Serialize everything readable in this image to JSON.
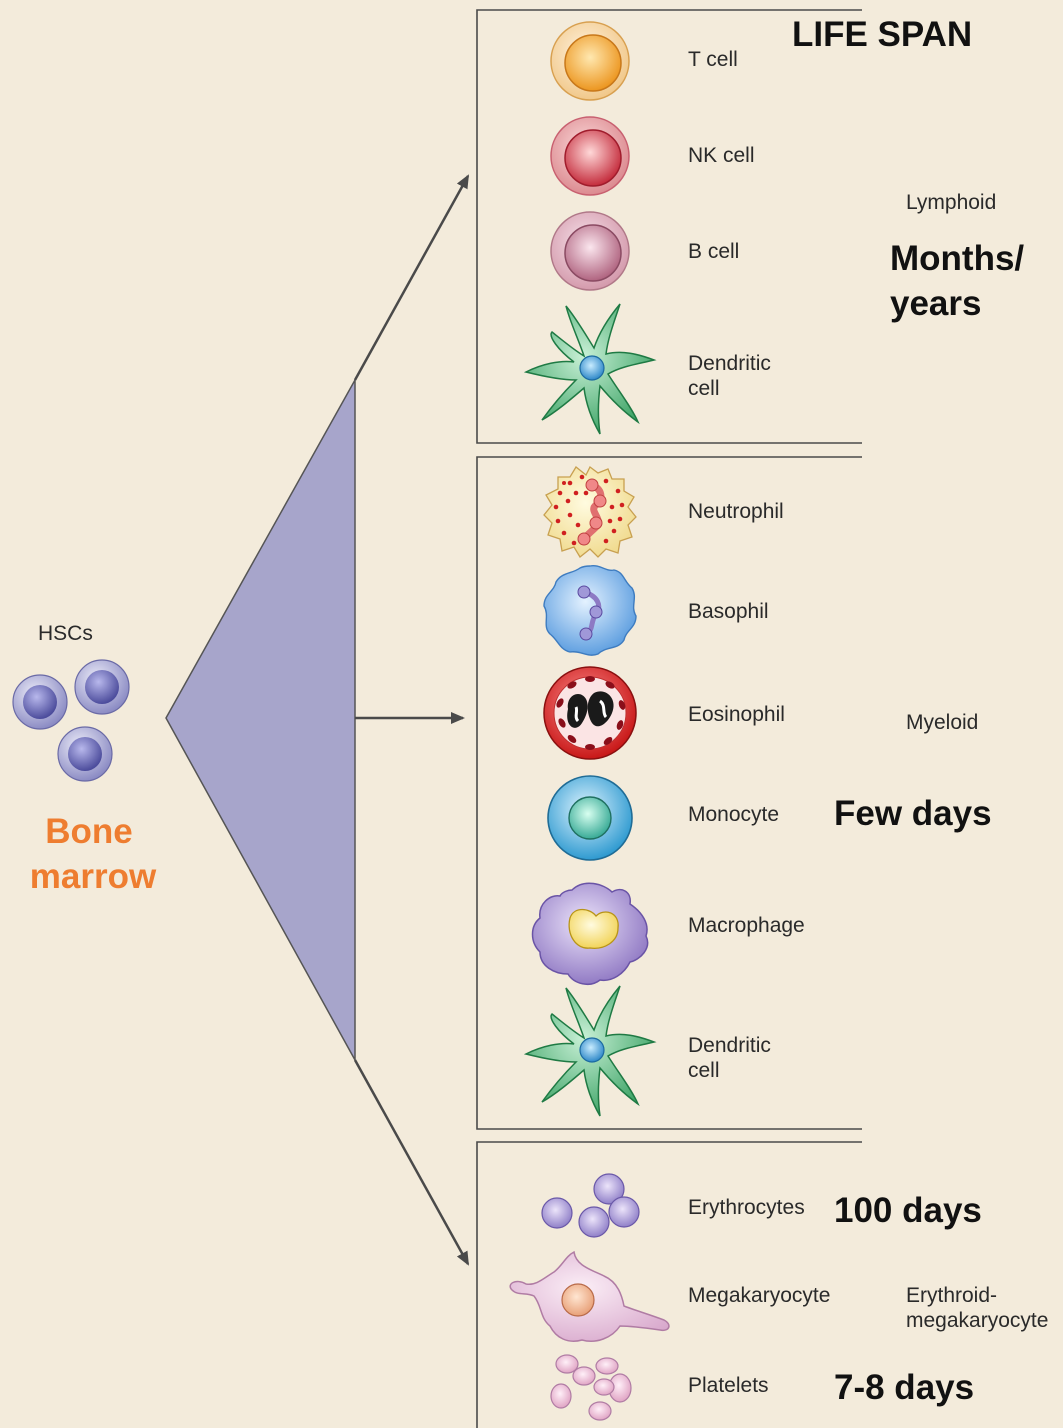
{
  "title": "LIFE SPAN",
  "source": {
    "label": "HSCs",
    "location_line1": "Bone",
    "location_line2": "marrow"
  },
  "groups": {
    "lymphoid": {
      "name": "Lymphoid",
      "lifespan_line1": "Months/",
      "lifespan_line2": "years",
      "cells": {
        "t_cell": "T cell",
        "nk_cell": "NK cell",
        "b_cell": "B cell",
        "dendritic_line1": "Dendritic",
        "dendritic_line2": "cell"
      }
    },
    "myeloid": {
      "name": "Myeloid",
      "lifespan": "Few days",
      "cells": {
        "neutrophil": "Neutrophil",
        "basophil": "Basophil",
        "eosinophil": "Eosinophil",
        "monocyte": "Monocyte",
        "macrophage": "Macrophage",
        "dendritic_line1": "Dendritic",
        "dendritic_line2": "cell"
      }
    },
    "erythroid": {
      "name_line1": "Erythroid-",
      "name_line2": "megakaryocyte",
      "erythrocyte_lifespan": "100 days",
      "platelet_lifespan": "7-8 days",
      "cells": {
        "erythrocytes": "Erythrocytes",
        "megakaryocyte": "Megakaryocyte",
        "platelets": "Platelets"
      }
    }
  },
  "colors": {
    "background": "#f3ebdb",
    "triangle": "#a7a5cb",
    "bone_marrow_text": "#ee7d30",
    "hsc": "#8080c0",
    "t_cell": "#f0a030",
    "nk_cell": "#d04050",
    "b_cell": "#c07080",
    "dendritic": "#3fa06a",
    "neutrophil_dots": "#d02020",
    "basophil": "#6aa6e0",
    "eosinophil": "#d02828",
    "monocyte": "#40a8d0",
    "macrophage": "#9b86c8",
    "erythrocyte": "#a99ad4",
    "megakaryocyte": "#e0b8d8",
    "platelet": "#e8b8d4"
  }
}
